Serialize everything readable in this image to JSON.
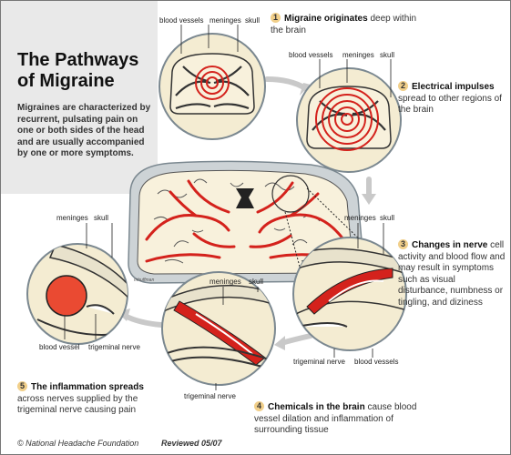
{
  "title": "The Pathways of Migraine",
  "description": "Migraines are characterized by recurrent, pulsating pain on one or both sides of the head and are usually accompanied by one or more symptoms.",
  "labels": {
    "blood_vessels": "blood vessels",
    "meninges": "meninges",
    "skull": "skull",
    "blood_vessel": "blood vessel",
    "trigeminal_nerve": "trigeminal nerve"
  },
  "steps": [
    {
      "number": "1",
      "bold": "Migraine originates",
      "text": " deep within the brain"
    },
    {
      "number": "2",
      "bold": "Electrical impulses",
      "text": " spread to other regions of the brain"
    },
    {
      "number": "3",
      "bold": "Changes in nerve",
      "text": " cell activity and blood flow and may result in symptoms such as visual disturbance, numbness or tingling, and diziness"
    },
    {
      "number": "4",
      "bold": "Chemicals in the brain",
      "text": " cause blood vessel dilation and inflammation of surrounding tissue"
    },
    {
      "number": "5",
      "bold": "The inflammation spreads",
      "text": " across nerves supplied by the trigeminal nerve causing pain"
    }
  ],
  "credit": "mhuffman",
  "copyright": "© National Headache Foundation",
  "reviewed": "Reviewed 05/07",
  "colors": {
    "panel": "#e9e9e9",
    "skull": "#f4ecd2",
    "brain": "#f8f1dc",
    "vessel_red": "#d4221c",
    "arrow_gray": "#c9c9c9",
    "number_badge": "#f1cf8a"
  }
}
